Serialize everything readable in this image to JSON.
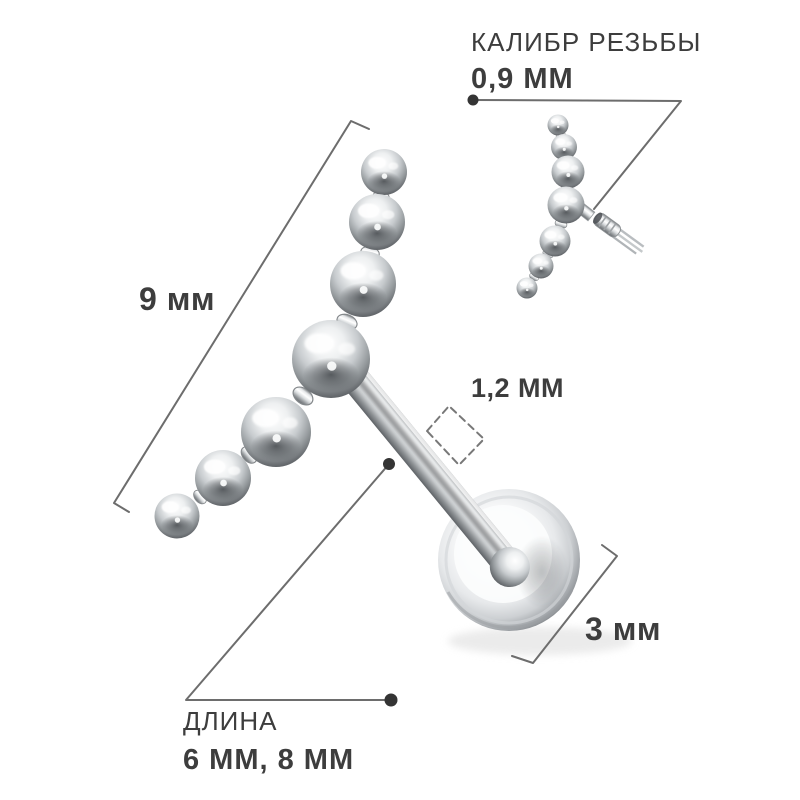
{
  "page": {
    "background": "#ffffff"
  },
  "colors": {
    "text": "#3d3d3d",
    "annotation_line": "#6d6d6d",
    "leader_dot": "#343434",
    "metal_highlight": "#ffffff",
    "metal_shadow": "#54585c"
  },
  "annotations": {
    "thread_gauge": {
      "label": "КАЛИБР РЕЗЬБЫ",
      "value": "0,9 ММ"
    },
    "bar_length": {
      "value": "9 мм"
    },
    "post_thickness": {
      "value": "1,2 ММ"
    },
    "disc_diameter": {
      "value": "3 мм"
    },
    "post_length": {
      "label": "ДЛИНА",
      "value": "6 ММ, 8 ММ"
    }
  }
}
